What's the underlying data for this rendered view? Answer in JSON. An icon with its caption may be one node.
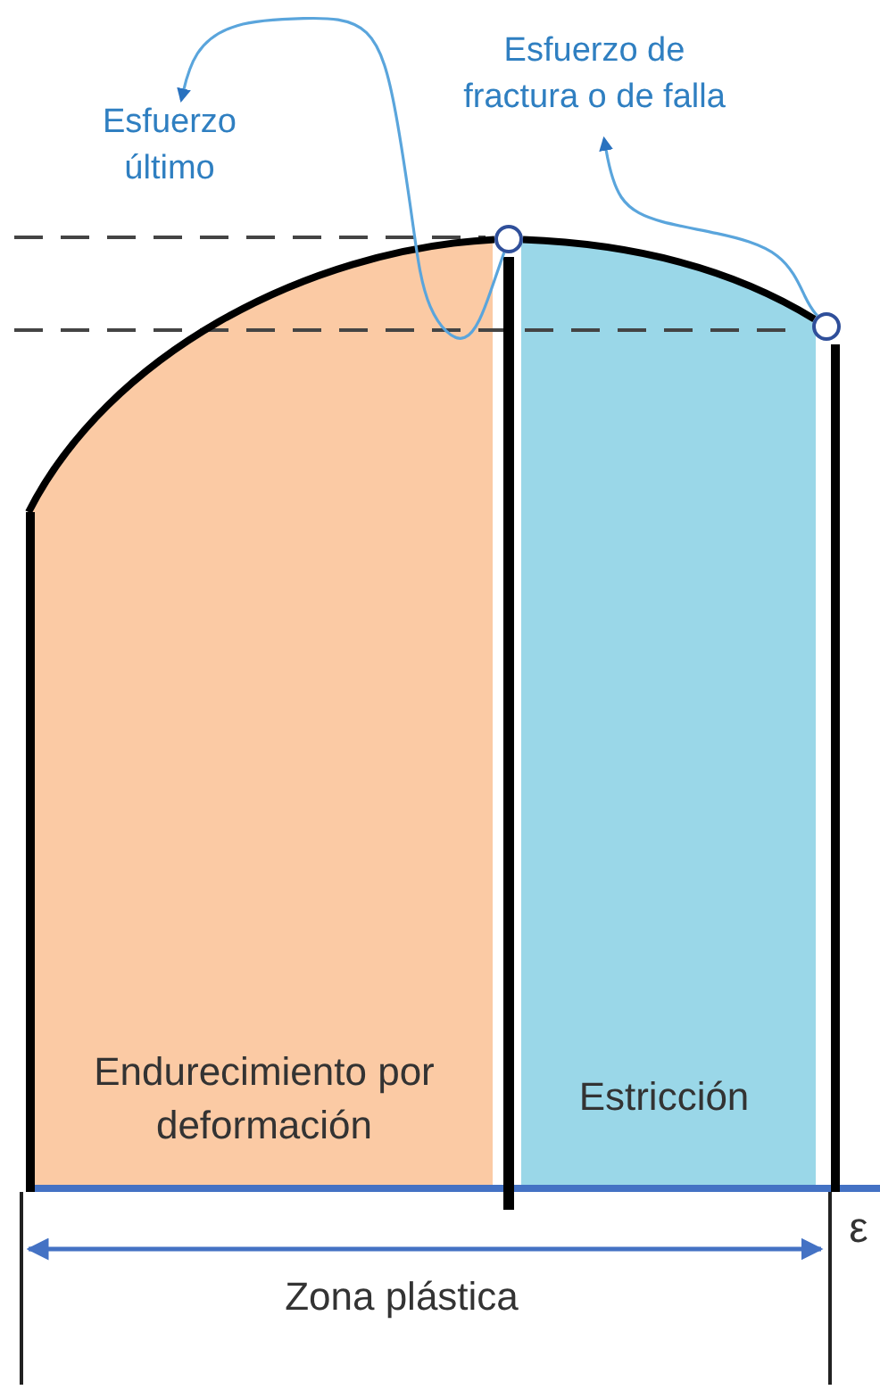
{
  "diagram": {
    "nodes": [
      {
        "text": [
          "Esfuerzo último"
        ]
      },
      {
        "text": [
          "Esfuerzo de fractura o de falla"
        ]
      },
      {
        "text": [],
        "shape": "circle"
      },
      {
        "text": [],
        "shape": "circle"
      },
      {
        "text": [
          "Endurecimiento por deformación"
        ]
      },
      {
        "text": [
          "Estricción"
        ]
      }
    ],
    "edges": [
      {
        "from": 2,
        "to": 0,
        "arrow": "to"
      },
      {
        "from": 3,
        "to": 1,
        "arrow": "to"
      },
      {
        "from": 2,
        "to": 3,
        "arrow": "none",
        "style": "thick",
        "color": "#000000"
      }
    ],
    "labels": [
      "Zona plástica",
      "ε"
    ]
  }
}
